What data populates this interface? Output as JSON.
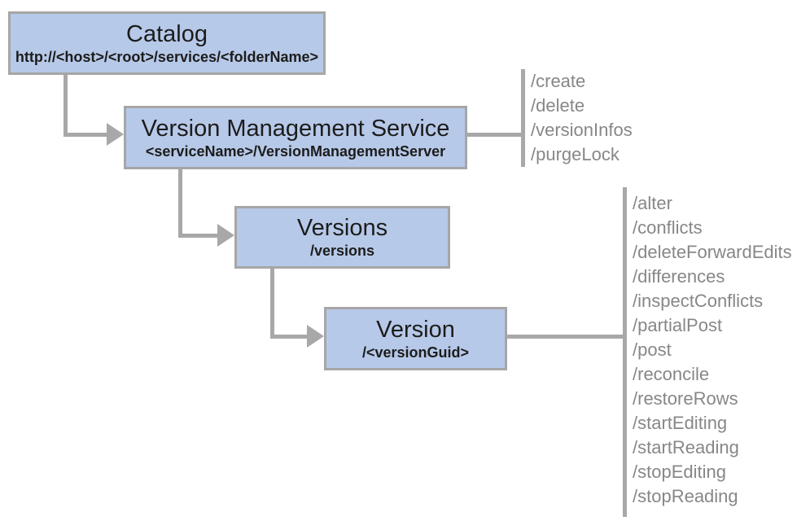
{
  "diagram": {
    "nodes": [
      {
        "title": "Catalog",
        "subtitle": "http://<host>/<root>/services/<folderName>"
      },
      {
        "title": "Version Management Service",
        "subtitle": "<serviceName>/VersionManagementServer"
      },
      {
        "title": "Versions",
        "subtitle": "/versions"
      },
      {
        "title": "Version",
        "subtitle": "/<versionGuid>"
      }
    ],
    "vms_operations": [
      "/create",
      "/delete",
      "/versionInfos",
      "/purgeLock"
    ],
    "version_operations": [
      "/alter",
      "/conflicts",
      "/deleteForwardEdits",
      "/differences",
      "/inspectConflicts",
      "/partialPost",
      "/post",
      "/reconcile",
      "/restoreRows",
      "/startEditing",
      "/startReading",
      "/stopEditing",
      "/stopReading"
    ],
    "colors": {
      "node_fill": "#b7c9e8",
      "node_border": "#a6a6a6",
      "connector": "#a8a8a8",
      "operation_text": "#878787",
      "title_text": "#1c1c1c"
    }
  }
}
